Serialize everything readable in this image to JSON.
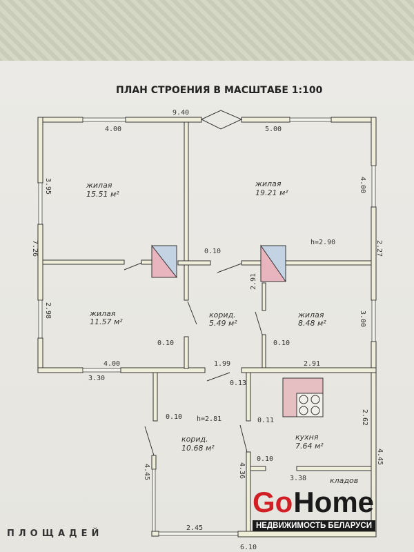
{
  "title": "ПЛАН СТРОЕНИЯ В МАСШТАБЕ 1:100",
  "rooms": [
    {
      "name": "жилая",
      "area": "15.51 м²"
    },
    {
      "name": "жилая",
      "area": "19.21 м²"
    },
    {
      "name": "жилая",
      "area": "11.57 м²"
    },
    {
      "name": "корид.",
      "area": "5.49 м²"
    },
    {
      "name": "жилая",
      "area": "8.48 м²"
    },
    {
      "name": "корид.",
      "area": "10.68 м²"
    },
    {
      "name": "кухня",
      "area": "7.64 м²"
    },
    {
      "name": "кладов",
      "area": ""
    }
  ],
  "dims": {
    "top_total": "9.40",
    "top_left": "4.00",
    "top_right": "5.00",
    "left_upper": "3.95",
    "left_total": "7.26",
    "left_lower": "2.98",
    "right_upper": "4.00",
    "right_total": "2.27",
    "right_lower": "3.00",
    "height_upper": "h=2.90",
    "wall1": "0.10",
    "wall2": "2.91",
    "wall3": "0.10",
    "wall4": "0.10",
    "bottom_left": "4.00",
    "bottom_left_ext": "3.30",
    "bottom_mid": "1.99",
    "bottom_right": "2.91",
    "mid": "0.13",
    "height_lower": "h=2.81",
    "lw1": "0.10",
    "lw2": "0.11",
    "left_ext": "4.45",
    "mid_ext": "4.36",
    "kw": "0.10",
    "kitchen_w": "3.38",
    "kitchen_h": "2.62",
    "right_ext": "4.45",
    "bottom_ext": "2.45",
    "bottom_ext_total": "6.10"
  },
  "footer": "ПЛОЩАДЕЙ",
  "logo": {
    "go": "Go",
    "home": "Home",
    "tagline": "НЕДВИЖИМОСТЬ БЕЛАРУСИ"
  },
  "colors": {
    "brand_red": "#d11f26",
    "chimney_pink": "#e8b4bd",
    "chimney_blue": "#c3d3e3"
  }
}
